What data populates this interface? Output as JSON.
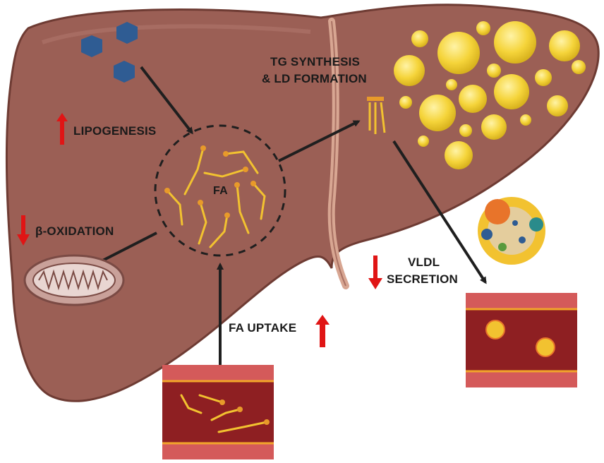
{
  "labels": {
    "lipogenesis": "LIPOGENESIS",
    "beta_oxidation": "β-OXIDATION",
    "fa": "FA",
    "tg_line1": "TG SYNTHESIS",
    "tg_line2": "& LD FORMATION",
    "vldl_line1": "VLDL",
    "vldl_line2": "SECRETION",
    "fa_uptake": "FA UPTAKE"
  },
  "trends": {
    "lipogenesis": "up",
    "beta_oxidation": "down",
    "vldl_secretion": "down",
    "fa_uptake": "up"
  },
  "colors": {
    "liver": "#9b5f55",
    "liver_dark": "#6e3b33",
    "fat_droplet": "#f4d23c",
    "fatty_acid": "#f2c230",
    "fa_head": "#e89a2a",
    "up_arrow": "#e01515",
    "down_arrow": "#e01515",
    "vessel_outer": "#d45a5a",
    "vessel_inner": "#8e1f22",
    "hexagon": "#2f5c93"
  },
  "icons": [
    "carbohydrate-hexagon-icon",
    "mitochondrion-icon",
    "lipid-droplet-icon",
    "vldl-particle-icon",
    "blood-vessel-icon",
    "phospholipid-icon"
  ]
}
